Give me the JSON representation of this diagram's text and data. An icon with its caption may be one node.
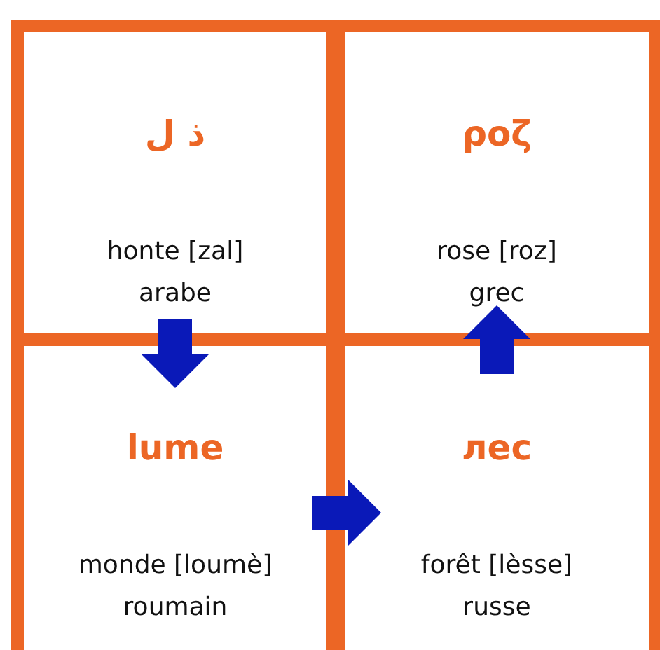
{
  "diagram": {
    "nodes": [
      {
        "text": [
          "ذ ل",
          "honte [zal]",
          "arabe"
        ]
      },
      {
        "text": [
          "ροζ",
          "rose [roz]",
          "grec"
        ]
      },
      {
        "text": [
          "lume",
          "monde [loumè]",
          "roumain"
        ]
      },
      {
        "text": [
          "лес",
          "forêt [lèsse]",
          "russe"
        ]
      }
    ],
    "edges": [
      {
        "from": 0,
        "to": 2,
        "arrow": "to"
      },
      {
        "from": 2,
        "to": 3,
        "arrow": "to"
      },
      {
        "from": 3,
        "to": 1,
        "arrow": "to"
      }
    ]
  }
}
